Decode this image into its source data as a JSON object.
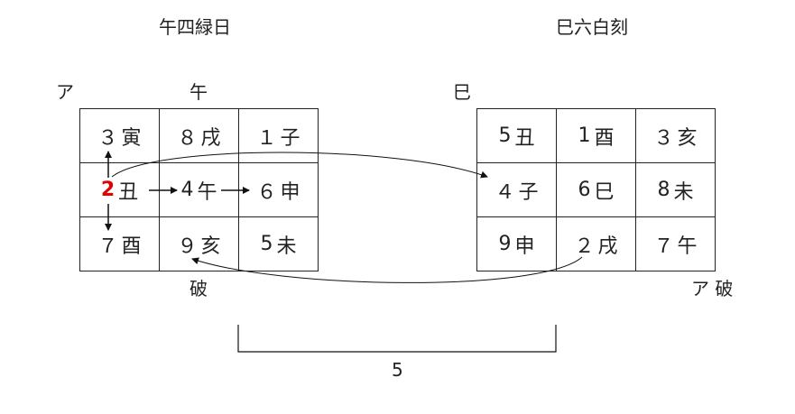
{
  "left_board": {
    "title": "午四緑日",
    "top_left_mark": "ア",
    "top_mid_mark": "午",
    "bottom_mark": "破",
    "cells": [
      {
        "num": "３",
        "sign": "寅"
      },
      {
        "num": "８",
        "sign": "戌"
      },
      {
        "num": "１",
        "sign": "子"
      },
      {
        "num": "2",
        "sign": "丑",
        "highlight": "#e00000"
      },
      {
        "num": "4",
        "sign": "午"
      },
      {
        "num": "６",
        "sign": "申"
      },
      {
        "num": "７",
        "sign": "酉"
      },
      {
        "num": "９",
        "sign": "亥"
      },
      {
        "num": "5",
        "sign": "未"
      }
    ]
  },
  "right_board": {
    "title": "巳六白刻",
    "top_left_mark": "巳",
    "bottom_right_mark": "ア 破",
    "cells": [
      {
        "num": "5",
        "sign": "丑"
      },
      {
        "num": "1",
        "sign": "酉"
      },
      {
        "num": "３",
        "sign": "亥"
      },
      {
        "num": "４",
        "sign": "子"
      },
      {
        "num": "6",
        "sign": "巳"
      },
      {
        "num": "8",
        "sign": "未"
      },
      {
        "num": "9",
        "sign": "申"
      },
      {
        "num": "２",
        "sign": "戌"
      },
      {
        "num": "７",
        "sign": "午"
      }
    ]
  },
  "bracket_label": "5"
}
